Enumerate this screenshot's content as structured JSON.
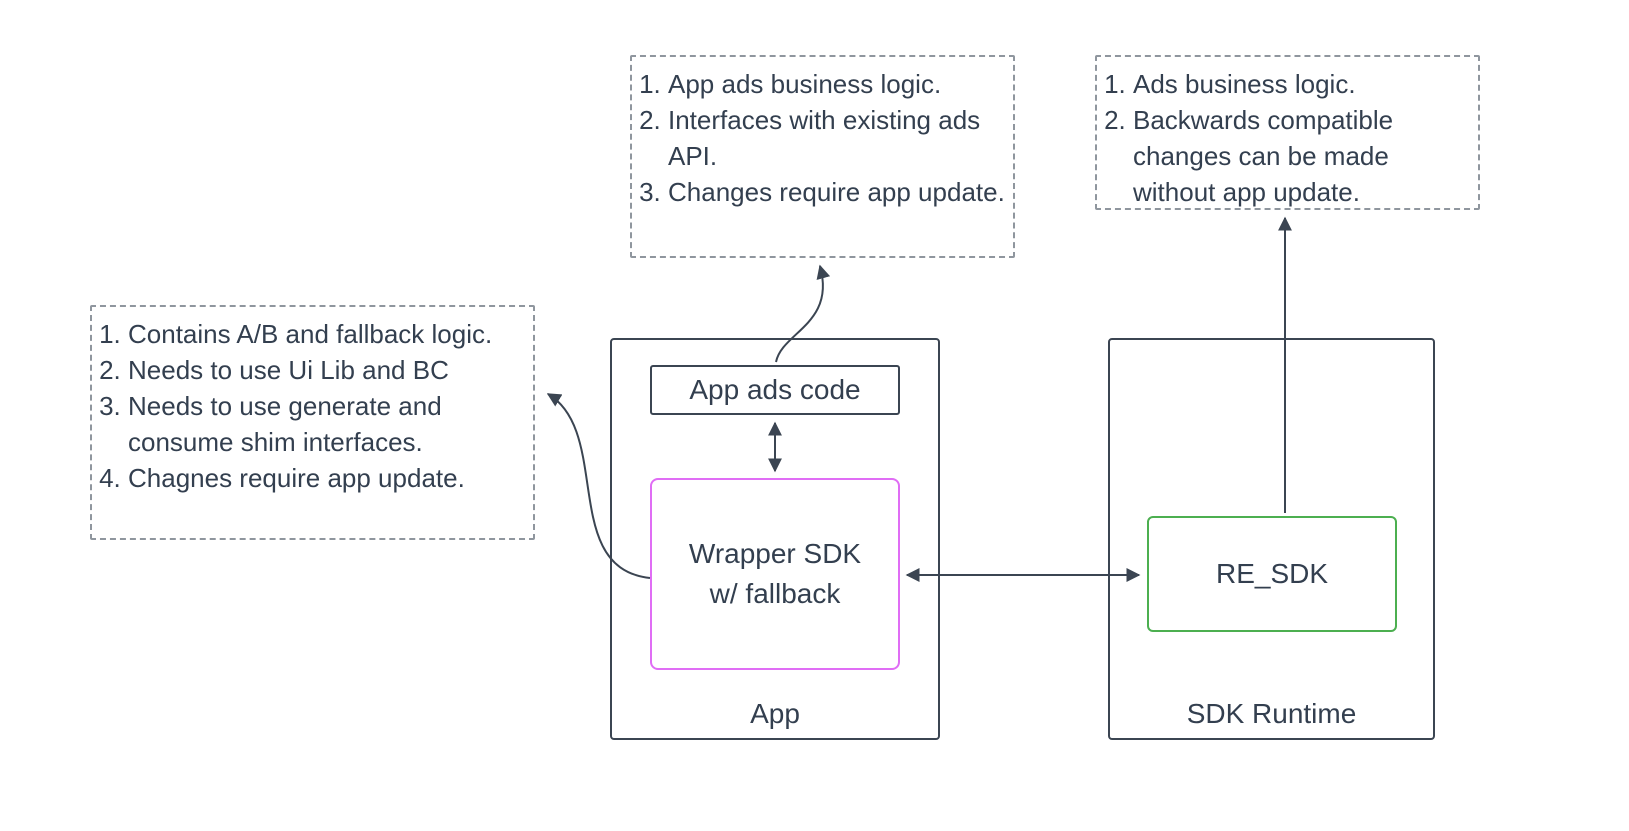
{
  "colors": {
    "text": "#333f4f",
    "container_border": "#3b4552",
    "note_border": "#8f969e",
    "wrapper_border": "#e06df5",
    "re_sdk_border": "#4caf50",
    "arrow": "#3b4552"
  },
  "notes": {
    "app_ads_code": {
      "items": [
        "App ads business logic.",
        "Interfaces with existing ads API.",
        "Changes require app update."
      ]
    },
    "re_sdk": {
      "items": [
        "Ads business logic.",
        "Backwards compatible changes can be made without app update."
      ]
    },
    "wrapper_sdk": {
      "items": [
        "Contains A/B and fallback logic.",
        "Needs to use Ui Lib and BC",
        "Needs to use generate and consume shim interfaces.",
        "Chagnes require app update."
      ]
    }
  },
  "containers": {
    "app": {
      "label": "App"
    },
    "sdk_runtime": {
      "label": "SDK Runtime"
    }
  },
  "nodes": {
    "app_ads_code": {
      "label": "App ads code"
    },
    "wrapper_sdk": {
      "label": "Wrapper SDK\nw/ fallback"
    },
    "re_sdk": {
      "label": "RE_SDK"
    }
  }
}
